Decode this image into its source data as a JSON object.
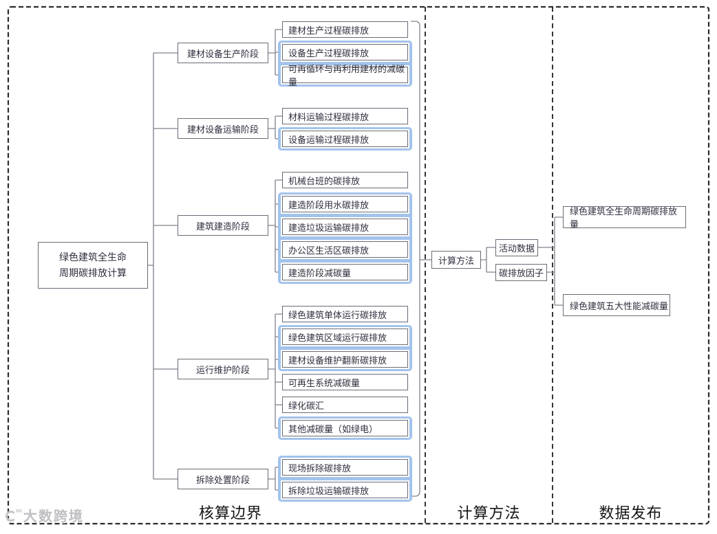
{
  "colors": {
    "highlight_blue": "#a2c3ec",
    "box_border": "#6a6a76",
    "connector_line": "#80808c",
    "dashed_border": "#2b2b2b",
    "node_text": "#2e2e3e"
  },
  "root": {
    "line1": "绿色建筑全生命",
    "line2": "周期碳排放计算"
  },
  "groups": [
    {
      "label": "建材设备生产阶段",
      "leaves": [
        {
          "label": "建材生产过程碳排放",
          "highlight": false
        },
        {
          "label": "设备生产过程碳排放",
          "highlight": true
        },
        {
          "label": "可再循环与再利用建材的减碳量",
          "highlight": true
        }
      ]
    },
    {
      "label": "建材设备运输阶段",
      "leaves": [
        {
          "label": "材料运输过程碳排放",
          "highlight": false
        },
        {
          "label": "设备运输过程碳排放",
          "highlight": true
        }
      ]
    },
    {
      "label": "建筑建造阶段",
      "leaves": [
        {
          "label": "机械台班的碳排放",
          "highlight": false
        },
        {
          "label": "建造阶段用水碳排放",
          "highlight": true
        },
        {
          "label": "建造垃圾运输碳排放",
          "highlight": true
        },
        {
          "label": "办公区生活区碳排放",
          "highlight": true
        },
        {
          "label": "建造阶段减碳量",
          "highlight": true
        }
      ]
    },
    {
      "label": "运行维护阶段",
      "leaves": [
        {
          "label": "绿色建筑单体运行碳排放",
          "highlight": false
        },
        {
          "label": "绿色建筑区域运行碳排放",
          "highlight": true
        },
        {
          "label": "建材设备维护翻新碳排放",
          "highlight": true
        },
        {
          "label": "可再生系统减碳量",
          "highlight": false
        },
        {
          "label": "绿化碳汇",
          "highlight": false
        },
        {
          "label": "其他减碳量（如绿电）",
          "highlight": true
        }
      ]
    },
    {
      "label": "拆除处置阶段",
      "leaves": [
        {
          "label": "现场拆除碳排放",
          "highlight": true
        },
        {
          "label": "拆除垃圾运输碳排放",
          "highlight": true
        }
      ]
    }
  ],
  "method": {
    "label": "计算方法",
    "inputs": [
      {
        "label": "活动数据"
      },
      {
        "label": "碳排放因子"
      }
    ]
  },
  "outputs": [
    {
      "label": "绿色建筑全生命周期碳排放量"
    },
    {
      "label": "绿色建筑五大性能减碳量"
    }
  ],
  "section_labels": {
    "boundary": "核算边界",
    "method": "计算方法",
    "publish": "数据发布"
  },
  "watermark": {
    "text": "大数跨境"
  }
}
